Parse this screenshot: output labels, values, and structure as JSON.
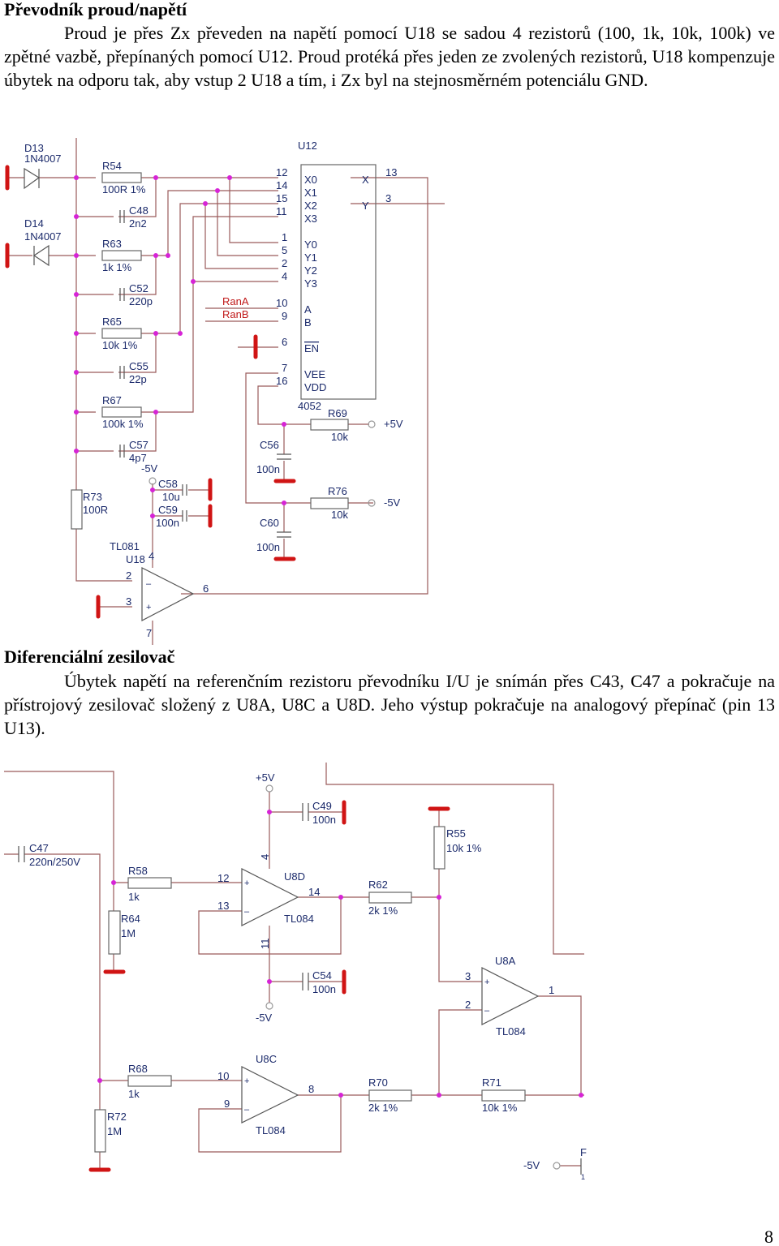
{
  "section1": {
    "heading": "Převodník proud/napětí",
    "paragraph": "Proud je přes Zx převeden na napětí pomocí U18 se sadou 4 rezistorů (100, 1k, 10k, 100k) ve zpětné vazbě, přepínaných pomocí U12. Proud protéká přes jeden ze zvolených rezistorů, U18 kompenzuje úbytek na odporu tak, aby vstup 2 U18 a tím, i Zx byl na stejnosměrném potenciálu GND."
  },
  "section2": {
    "heading": "Diferenciální zesilovač",
    "paragraph": "Úbytek napětí na referenčním rezistoru převodníku I/U je snímán přes C43, C47 a pokračuje na přístrojový zesilovač složený z U8A, U8C a U8D. Jeho výstup pokračuje na analogový přepínač (pin 13 U13)."
  },
  "schematic1": {
    "d13": "D13",
    "d13v": "1N4007",
    "d14": "D14",
    "d14v": "1N4007",
    "r54": "R54",
    "r54v": "100R 1%",
    "c48": "C48",
    "c48v": "2n2",
    "r63": "R63",
    "r63v": "1k 1%",
    "c52": "C52",
    "c52v": "220p",
    "r65": "R65",
    "r65v": "10k 1%",
    "c55": "C55",
    "c55v": "22p",
    "r67": "R67",
    "r67v": "100k 1%",
    "c57": "C57",
    "c57v": "4p7",
    "r73": "R73",
    "r73v": "100R",
    "neg5a": "-5V",
    "c58": "C58",
    "c58v": "10u",
    "c59": "C59",
    "c59v": "100n",
    "tl081": "TL081",
    "u18": "U18",
    "p4": "4",
    "p2": "2",
    "p3": "3",
    "p6": "6",
    "p7": "7",
    "u12": "U12",
    "u12type": "4052",
    "pins": {
      "p12": "12",
      "p14": "14",
      "p15": "15",
      "p11": "11",
      "p1": "1",
      "p5": "5",
      "p2": "2",
      "p4": "4",
      "p10": "10",
      "p9": "9",
      "p6": "6",
      "p7": "7",
      "p16": "16",
      "p13": "13",
      "p3": "3"
    },
    "ic": {
      "x0": "X0",
      "x1": "X1",
      "x2": "X2",
      "x3": "X3",
      "y0": "Y0",
      "y1": "Y1",
      "y2": "Y2",
      "y3": "Y3",
      "a": "A",
      "b": "B",
      "en": "EN",
      "vee": "VEE",
      "vdd": "VDD",
      "x": "X",
      "y": "Y"
    },
    "rana": "RanA",
    "ranb": "RanB",
    "r69": "R69",
    "r69v": "10k",
    "pos5": "+5V",
    "c56": "C56",
    "c56v": "100n",
    "r76": "R76",
    "r76v": "10k",
    "neg5b": "-5V",
    "c60": "C60",
    "c60v": "100n"
  },
  "schematic2": {
    "c47": "C47",
    "c47v": "220n/250V",
    "r58": "R58",
    "r58v": "1k",
    "r64": "R64",
    "r64v": "1M",
    "r68": "R68",
    "r68v": "1k",
    "r72": "R72",
    "r72v": "1M",
    "pos5": "+5V",
    "neg5": "-5V",
    "c49": "C49",
    "c49v": "100n",
    "c54": "C54",
    "c54v": "100n",
    "u8d": "U8D",
    "u8dt": "TL084",
    "p12": "12",
    "p13": "13",
    "p14": "14",
    "p4": "4",
    "p11": "11",
    "u8c": "U8C",
    "u8ct": "TL084",
    "p10": "10",
    "p9": "9",
    "p8": "8",
    "u8a": "U8A",
    "u8at": "TL084",
    "p3": "3",
    "p2": "2",
    "p1": "1",
    "r62": "R62",
    "r62v": "2k 1%",
    "r55": "R55",
    "r55v": "10k 1%",
    "r70": "R70",
    "r70v": "2k 1%",
    "r71": "R71",
    "r71v": "10k 1%",
    "neg5b": "-5V",
    "f": "F",
    "one": "1"
  },
  "page_number": "8"
}
